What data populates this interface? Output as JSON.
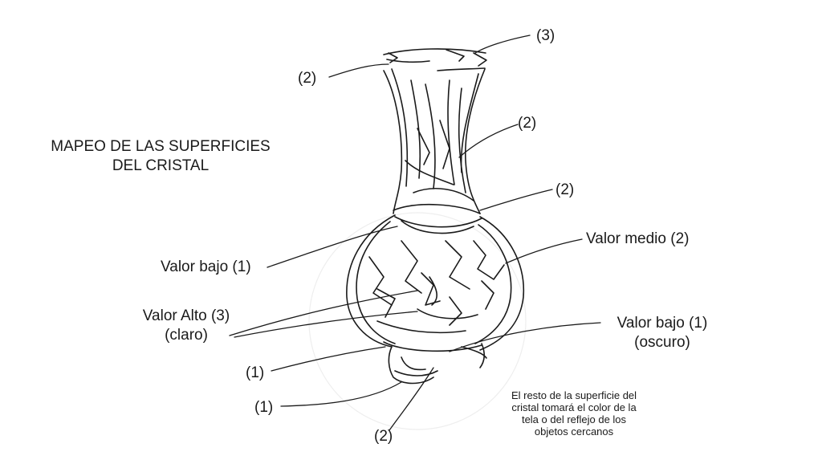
{
  "title": {
    "line1": "MAPEO DE LAS SUPERFICIES",
    "line2": "DEL CRISTAL"
  },
  "labels": {
    "top_rim": "(3)",
    "rim_left": "(2)",
    "neck_right": "(2)",
    "neck_base": "(2)",
    "valor_medio": "Valor medio (2)",
    "valor_bajo_left": "Valor bajo (1)",
    "valor_alto": "Valor Alto (3)",
    "valor_alto_sub": "(claro)",
    "valor_bajo_right": "Valor bajo (1)",
    "valor_bajo_right_sub": "(oscuro)",
    "foot_1a": "(1)",
    "foot_1b": "(1)",
    "foot_2": "(2)"
  },
  "note": {
    "line1": "El resto de la superficie del",
    "line2": "cristal tomará el color de la",
    "line3": "tela o del reflejo de los",
    "line4": "objetos cercanos"
  },
  "colors": {
    "ink": "#1a1a1a",
    "background": "#ffffff"
  }
}
